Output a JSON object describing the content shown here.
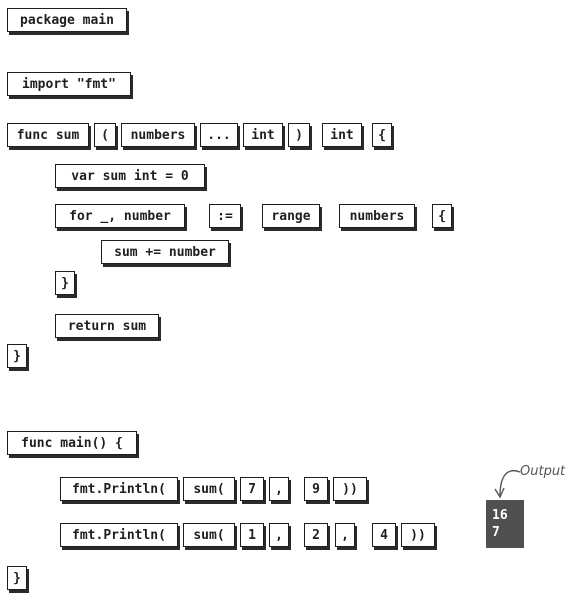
{
  "program": {
    "package_line": "package main",
    "import_line": "import \"fmt\"",
    "sum_func": {
      "tokens": [
        "func sum",
        "(",
        "numbers",
        "...",
        "int",
        ")",
        "int",
        "{"
      ],
      "var_line": "var sum int = 0",
      "for_tokens": [
        "for _, number",
        ":=",
        "range",
        "numbers",
        "{"
      ],
      "body_line": "sum += number",
      "for_close": "}",
      "return_line": "return sum",
      "func_close": "}"
    },
    "main_func": {
      "header": "func main() {",
      "call1_tokens": [
        "fmt.Println(",
        "sum(",
        "7",
        ",",
        "9",
        "))"
      ],
      "call2_tokens": [
        "fmt.Println(",
        "sum(",
        "1",
        ",",
        "2",
        ",",
        "4",
        "))"
      ],
      "func_close": "}"
    }
  },
  "output": {
    "label": "Output",
    "lines": [
      "16",
      "7"
    ]
  }
}
